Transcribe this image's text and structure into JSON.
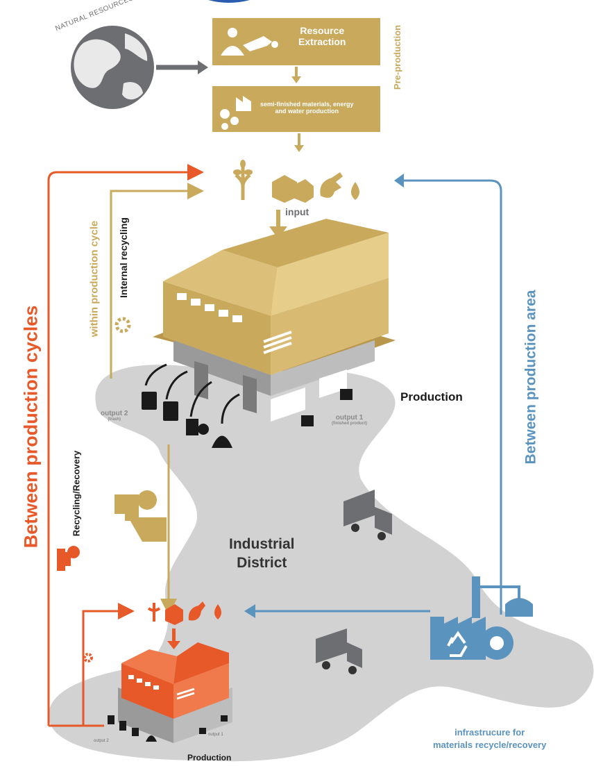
{
  "labels": {
    "natural_resources": "NATURAL RESOURCES",
    "resource_extraction_line1": "Resource",
    "resource_extraction_line2": "Extraction",
    "semi_finished_line1": "semi-finished materials, energy",
    "semi_finished_line2": "and water production",
    "pre_production": "Pre-production",
    "input": "input",
    "within_production_cycle": "within production cycle",
    "internal_recycling": "Internal recycling",
    "between_production_cycles": "Between production cycles",
    "recycling_recovery": "Recycling/Recovery",
    "between_production_area": "Between production area",
    "production_main": "Production",
    "output2": "output 2",
    "output2_sub": "(trash)",
    "output1": "output 1",
    "output1_sub": "(finished product)",
    "industrial_district_line1": "Industrial",
    "industrial_district_line2": "District",
    "infrastructure_line1": "infrastrucure for",
    "infrastructure_line2": "materials recycle/recovery",
    "output2_small": "output 2",
    "output1_small": "output 1",
    "production_bottom": "Production"
  },
  "colors": {
    "gold": "#c9a95c",
    "orange": "#e8592a",
    "blue": "#5b93bf",
    "gray": "#d2d2d2",
    "dark_gray": "#6d6e71",
    "black": "#1a1a1a"
  },
  "icons": [
    "globe-icon",
    "extraction-icon",
    "factory-gears-icon",
    "wheat-icon",
    "boxes-icon",
    "plug-icon",
    "drop-icon",
    "gear-icon",
    "truck-icon",
    "recycle-icon",
    "trash-bin-icon"
  ]
}
